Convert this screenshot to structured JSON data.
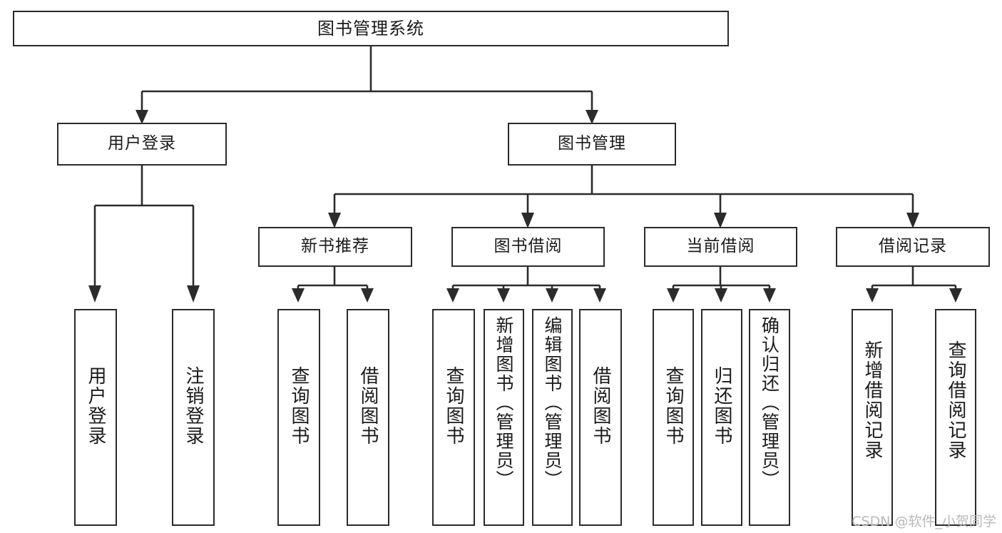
{
  "diagram": {
    "type": "tree",
    "title_node": "图书管理系统",
    "watermark": "CSDN @软件_小贺同学",
    "colors": {
      "border": "#2b2b2b",
      "background": "#ffffff",
      "text": "#1a1a1a",
      "watermark": "#b9b9b9"
    },
    "levels": {
      "level1": [
        {
          "id": "root",
          "label": "图书管理系统"
        }
      ],
      "level2": [
        {
          "id": "user-login",
          "label": "用户登录"
        },
        {
          "id": "book-manage",
          "label": "图书管理"
        }
      ],
      "level3": [
        {
          "id": "new-book-recommend",
          "label": "新书推荐"
        },
        {
          "id": "book-borrow",
          "label": "图书借阅"
        },
        {
          "id": "current-borrow",
          "label": "当前借阅"
        },
        {
          "id": "borrow-record",
          "label": "借阅记录"
        }
      ],
      "level4": [
        {
          "id": "leaf-user-login",
          "label": "用户登录",
          "parent": "user-login"
        },
        {
          "id": "leaf-logout",
          "label": "注销登录",
          "parent": "user-login"
        },
        {
          "id": "leaf-query-book-1",
          "label": "查询图书",
          "parent": "new-book-recommend"
        },
        {
          "id": "leaf-borrow-book-1",
          "label": "借阅图书",
          "parent": "new-book-recommend"
        },
        {
          "id": "leaf-query-book-2",
          "label": "查询图书",
          "parent": "book-borrow"
        },
        {
          "id": "leaf-add-book",
          "label": "新增图书（管理员）",
          "parent": "book-borrow"
        },
        {
          "id": "leaf-edit-book",
          "label": "编辑图书（管理员）",
          "parent": "book-borrow"
        },
        {
          "id": "leaf-borrow-book-2",
          "label": "借阅图书",
          "parent": "book-borrow"
        },
        {
          "id": "leaf-query-book-3",
          "label": "查询图书",
          "parent": "current-borrow"
        },
        {
          "id": "leaf-return-book",
          "label": "归还图书",
          "parent": "current-borrow"
        },
        {
          "id": "leaf-confirm-return",
          "label": "确认归还（管理员）",
          "parent": "current-borrow"
        },
        {
          "id": "leaf-add-record",
          "label": "新增借阅记录",
          "parent": "borrow-record"
        },
        {
          "id": "leaf-query-record",
          "label": "查询借阅记录",
          "parent": "borrow-record"
        }
      ]
    }
  }
}
